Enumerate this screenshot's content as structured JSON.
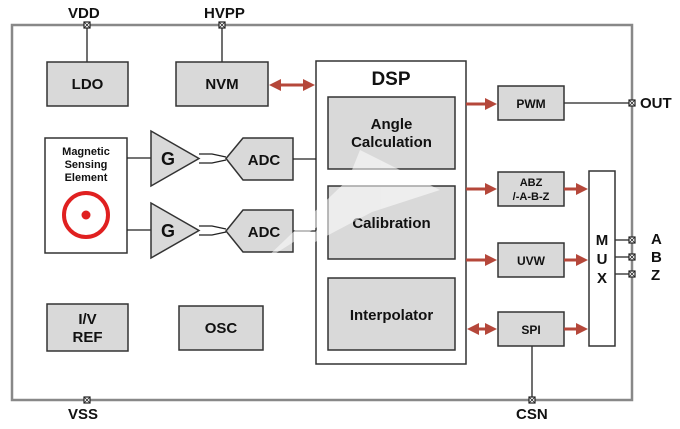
{
  "pins": {
    "vdd": "VDD",
    "hvpp": "HVPP",
    "out": "OUT",
    "a": "A",
    "b": "B",
    "z": "Z",
    "vss": "VSS",
    "csn": "CSN"
  },
  "blocks": {
    "ldo": "LDO",
    "nvm": "NVM",
    "dsp": "DSP",
    "angle_line1": "Angle",
    "angle_line2": "Calculation",
    "calibration": "Calibration",
    "interpolator": "Interpolator",
    "sensing_line1": "Magnetic",
    "sensing_line2": "Sensing",
    "sensing_line3": "Element",
    "gain_top": "G",
    "gain_bottom": "G",
    "adc_top": "ADC",
    "adc_bottom": "ADC",
    "iv_line1": "I/V",
    "iv_line2": "REF",
    "osc": "OSC",
    "pwm": "PWM",
    "abz_line1": "ABZ",
    "abz_line2": "/-A-B-Z",
    "uvw": "UVW",
    "spi": "SPI",
    "mux_m": "M",
    "mux_u": "U",
    "mux_x": "X"
  },
  "colors": {
    "block_fill": "#d9d9d9",
    "arrow": "#b5473a",
    "sensor_red": "#e02020",
    "chip_border": "#888888"
  }
}
